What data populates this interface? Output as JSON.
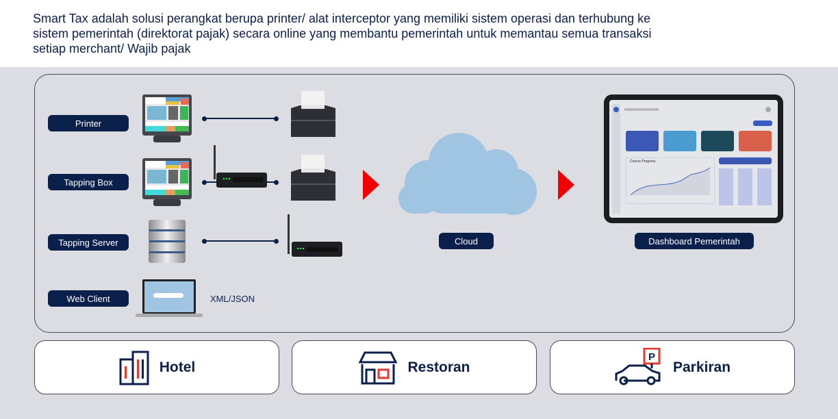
{
  "intro_text": "Smart Tax adalah solusi perangkat berupa printer/ alat interceptor yang memiliki sistem operasi dan terhubung ke sistem pemerintah (direktorat pajak) secara online yang membantu pemerintah untuk memantau semua transaksi setiap merchant/ Wajib pajak",
  "sources": [
    {
      "label": "Printer"
    },
    {
      "label": "Tapping Box"
    },
    {
      "label": "Tapping Server"
    },
    {
      "label": "Web Client"
    }
  ],
  "web_client_format": "XML/JSON",
  "cloud_label": "Cloud",
  "dashboard_label": "Dashboard Pemerintah",
  "dashboard_screen": {
    "chart_title": "Course Progress"
  },
  "sectors": [
    {
      "label": "Hotel",
      "icon": "hotel-icon"
    },
    {
      "label": "Restoran",
      "icon": "store-icon"
    },
    {
      "label": "Parkiran",
      "icon": "parking-car-icon"
    }
  ],
  "colors": {
    "navy": "#0b1f4b",
    "arrow": "#f00000",
    "cloud": "#9fc5e3",
    "parking": "#e8372c"
  }
}
